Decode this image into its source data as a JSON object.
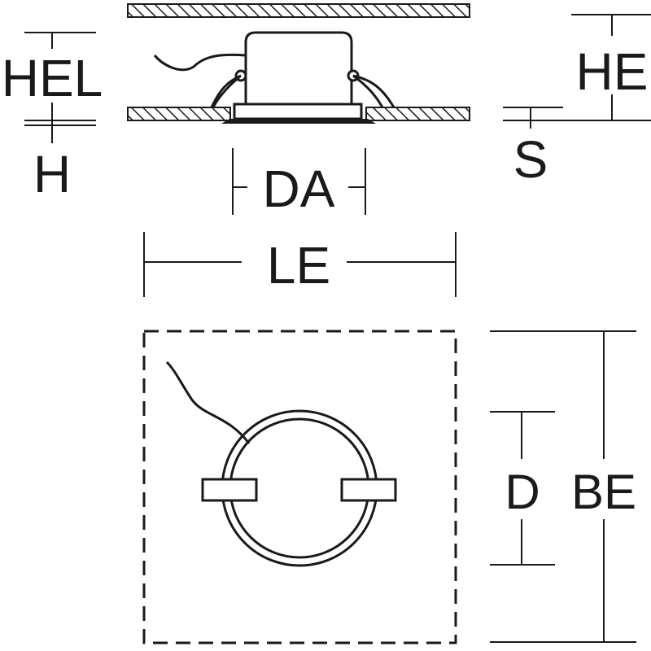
{
  "labels": {
    "hel": "HEL",
    "h": "H",
    "he": "HE",
    "s": "S",
    "da": "DA",
    "le": "LE",
    "d": "D",
    "be": "BE"
  },
  "colors": {
    "line": "#1a1a1a",
    "background": "#ffffff"
  }
}
